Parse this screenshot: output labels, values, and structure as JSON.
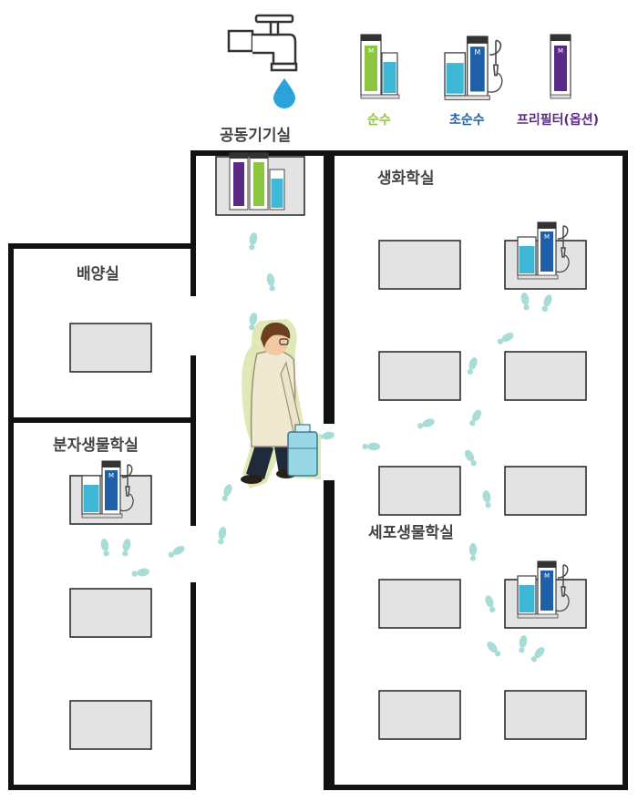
{
  "legend": {
    "pure_water": {
      "label": "순수",
      "color": "#8cc63f"
    },
    "ultrapure_water": {
      "label": "초순수",
      "color": "#1f5fa8"
    },
    "prefilter": {
      "label": "프리필터(옵션)",
      "color": "#5b2a86"
    }
  },
  "rooms": {
    "shared_equipment": "공동기기실",
    "culture": "배양실",
    "molecular_biology": "분자생물학실",
    "biochemistry": "생화학실",
    "cell_biology": "세포생물학실"
  },
  "colors": {
    "wall": "#111111",
    "bench": "#e3e3e3",
    "footprint": "#a8dcd6",
    "water_drop": "#29a3d9"
  },
  "icons": [
    "faucet-icon",
    "water-drop-icon",
    "pure-water-system-icon",
    "ultrapure-water-system-icon",
    "prefilter-icon",
    "scientist-icon",
    "footprint-icon"
  ]
}
